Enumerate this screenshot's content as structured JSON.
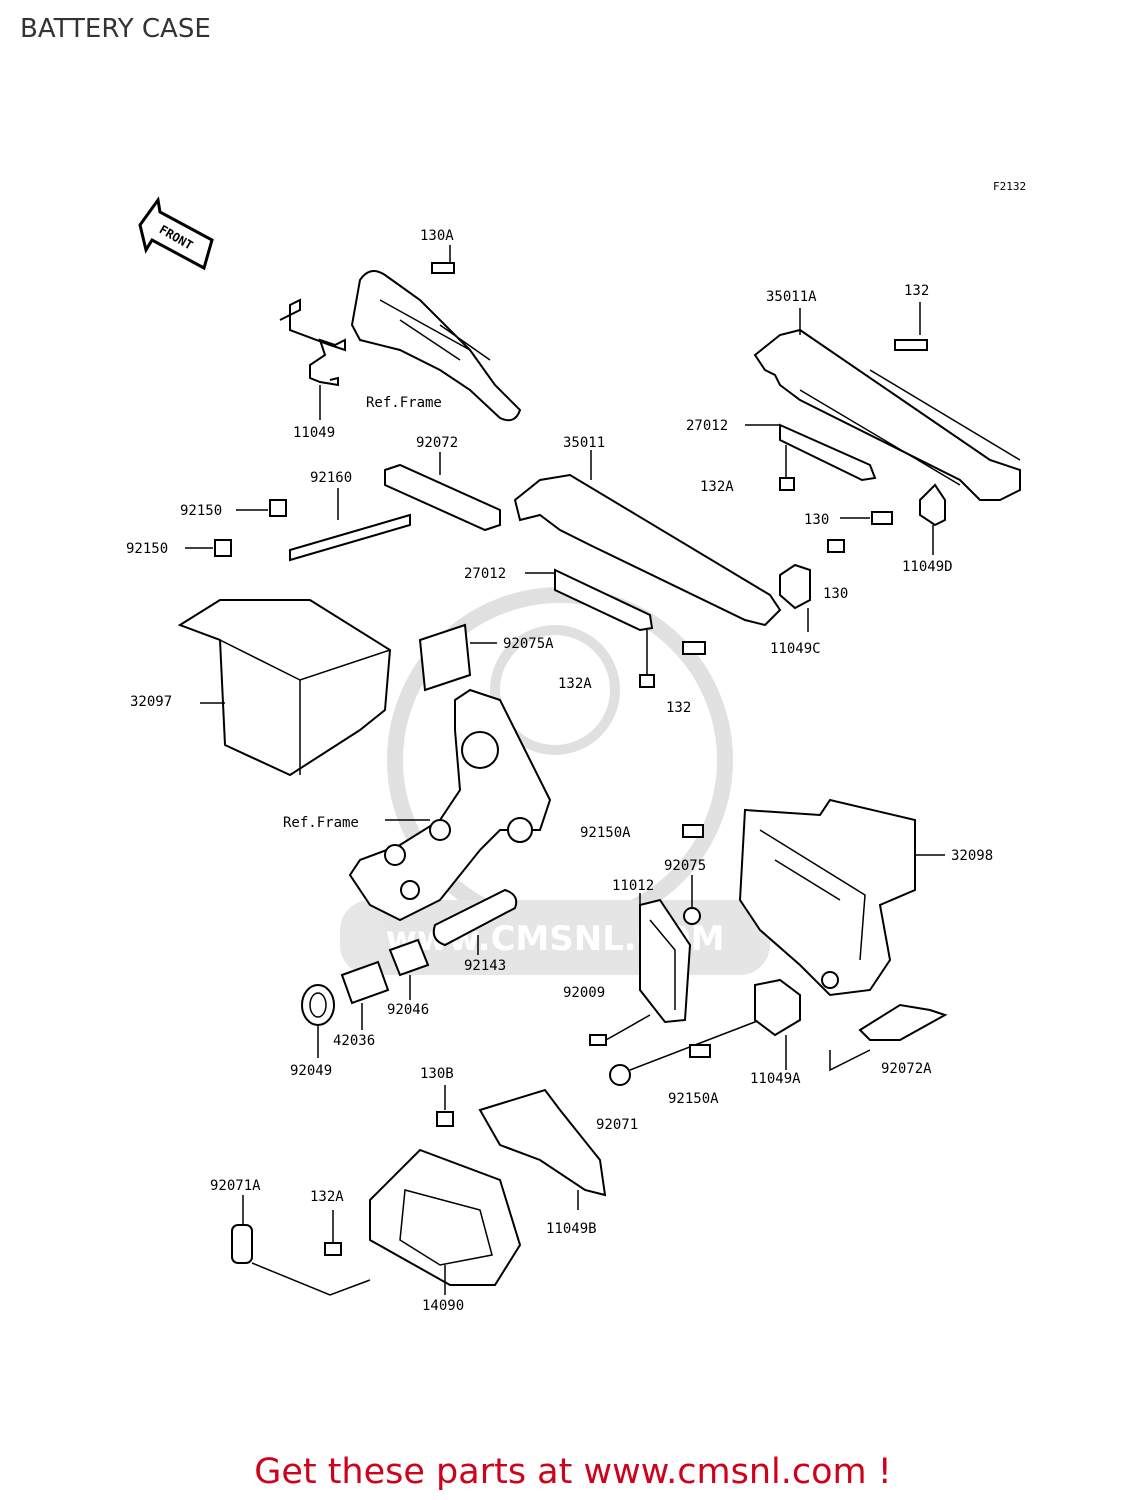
{
  "page": {
    "title": "BATTERY CASE"
  },
  "diagram": {
    "figure_code": "F2132",
    "front_arrow_label": "FRONT",
    "ref_frame_label": "Ref.Frame",
    "watermark": "www.CMSNL.COM",
    "part_numbers": {
      "p130A": "130A",
      "p11049": "11049",
      "p35011A": "35011A",
      "p132_top": "132",
      "p27012_top": "27012",
      "p132A_top": "132A",
      "p130_mid": "130",
      "p11049D": "11049D",
      "p92072": "92072",
      "p92160": "92160",
      "p92150_a": "92150",
      "p92150_b": "92150",
      "p35011": "35011",
      "p27012_mid": "27012",
      "p130_right": "130",
      "p11049C": "11049C",
      "p92075A": "92075A",
      "p132A_mid": "132A",
      "p132_mid": "132",
      "p32097": "32097",
      "p92150A_top": "92150A",
      "p92075": "92075",
      "p32098": "32098",
      "p11012": "11012",
      "p92143": "92143",
      "p92046": "92046",
      "p42036": "42036",
      "p92049": "92049",
      "p92009": "92009",
      "p92071": "92071",
      "p92150A_bot": "92150A",
      "p11049A": "11049A",
      "p92072A": "92072A",
      "p130B": "130B",
      "p92071A": "92071A",
      "p132A_bot": "132A",
      "p11049B": "11049B",
      "p14090": "14090"
    }
  },
  "footer": {
    "link_text": "Get these parts at www.cmsnl.com !"
  },
  "colors": {
    "footer_red": "#d0021b",
    "title_gray": "#333333"
  }
}
